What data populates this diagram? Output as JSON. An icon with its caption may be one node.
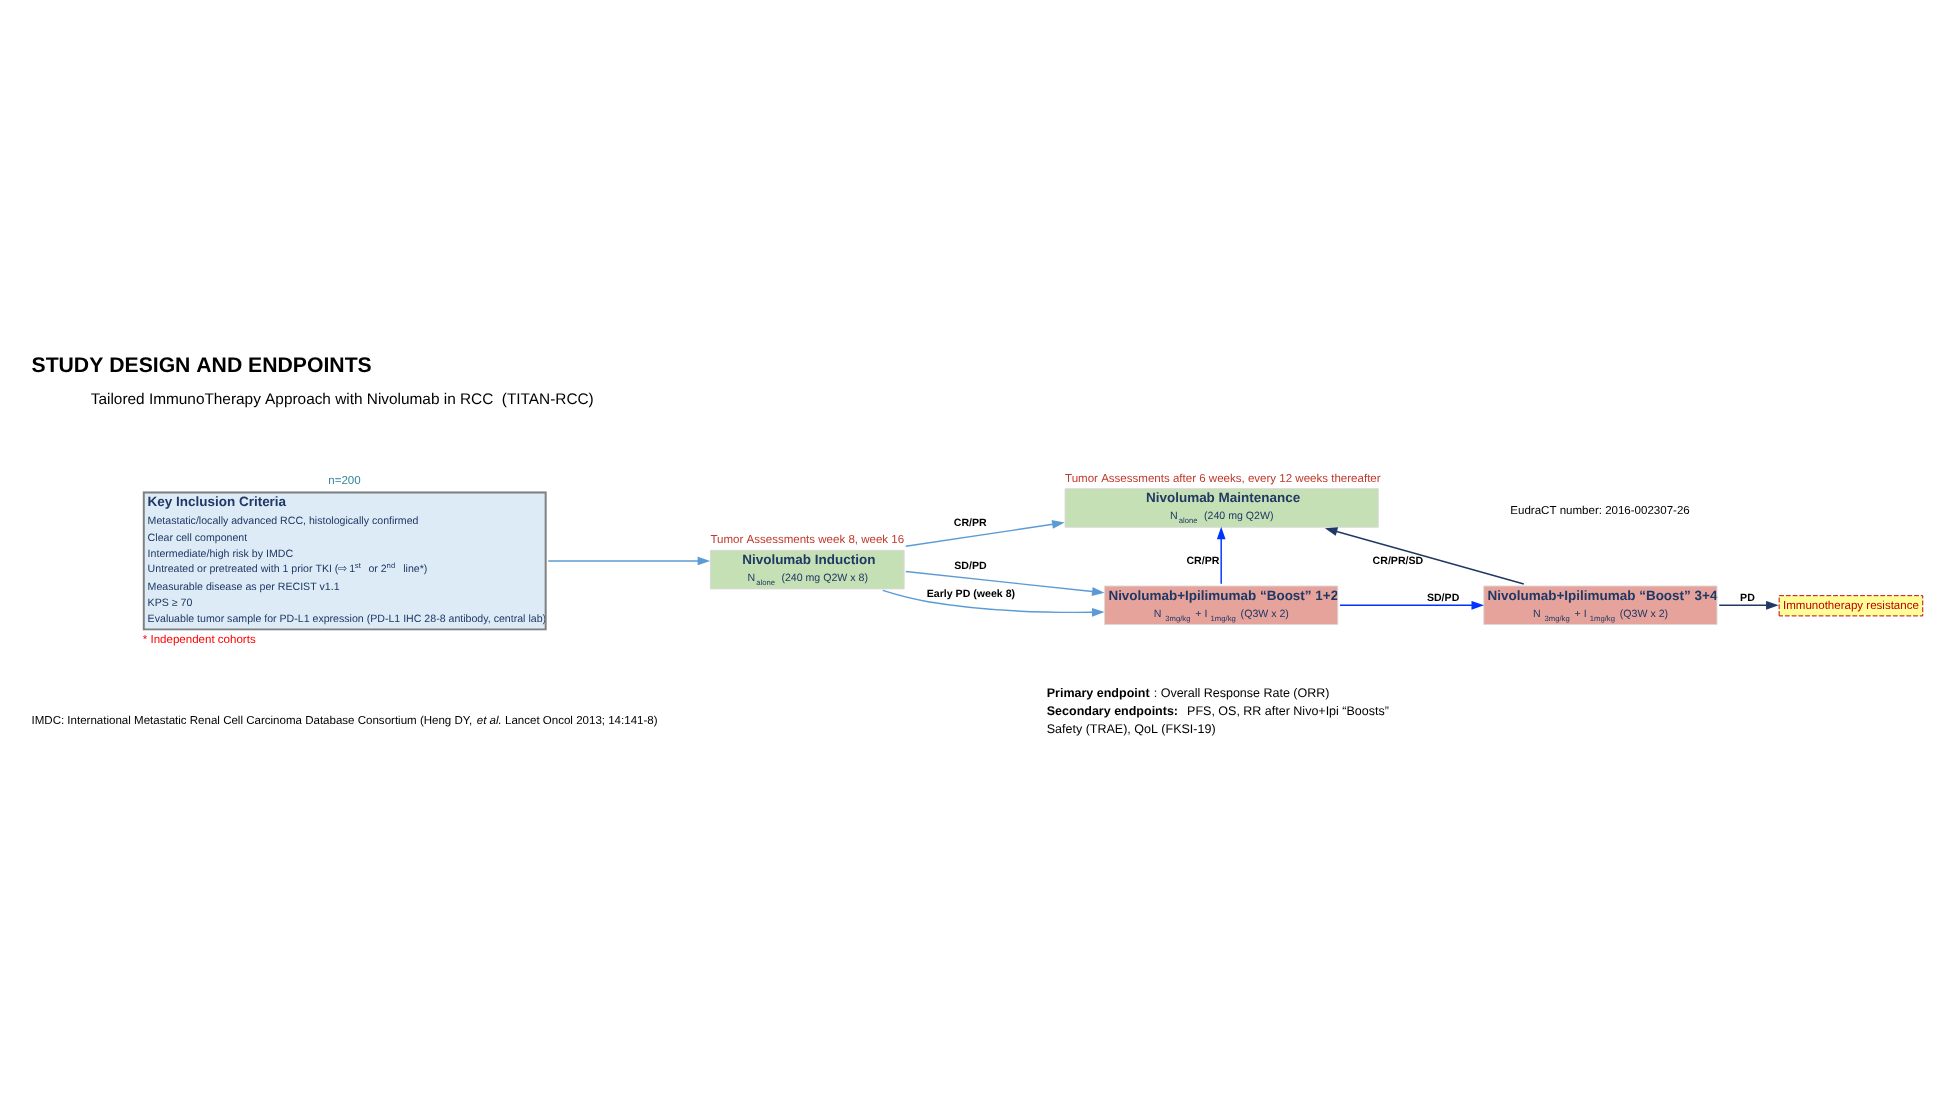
{
  "diagram": {
    "title": "STUDY DESIGN AND ENDPOINTS",
    "nodes": [
      {
        "text": [
          "Key Inclusion Criteria",
          "Metastatic/locally advanced RCC, histologically confirmed",
          "Clear cell component",
          "Intermediate/high risk by IMDC",
          "Untreated or pretreated with 1 prior TKI (⇨ 1$^{st}$ or 2$^{nd}$ line*)",
          "Measurable disease as per RECIST v1.1",
          "KPS ≥ 70",
          "Evaluable tumor sample for PD-L1 expression (PD-L1 IHC 28-8 antibody, central lab)"
        ],
        "beside": [
          "n=200",
          "* Independent cohorts"
        ]
      },
      {
        "text": [
          "Nivolumab Induction",
          "N$_{alone}$ (240 mg Q2W x 8)"
        ],
        "beside": [
          "Tumor Assessments week 8, week 16"
        ]
      },
      {
        "text": [
          "Nivolumab Maintenance",
          "N$_{alone}$ (240 mg Q2W)"
        ],
        "beside": [
          "Tumor Assessments after 6 weeks, every 12 weeks thereafter"
        ]
      },
      {
        "text": [
          "Nivolumab+Ipilimumab “Boost” 1+2",
          "N $_{3mg/kg}$ + I $_{1mg/kg}$ (Q3W x 2)"
        ]
      },
      {
        "text": [
          "Nivolumab+Ipilimumab “Boost” 3+4",
          "N $_{3mg/kg}$ + I $_{1mg/kg}$ (Q3W x 2)"
        ]
      },
      {
        "text": [
          "Immunotherapy resistance"
        ]
      }
    ],
    "edges": [
      {
        "from": 0,
        "to": 1,
        "arrow": "to"
      },
      {
        "from": 1,
        "to": 2,
        "arrow": "to",
        "label": "CR/PR"
      },
      {
        "from": 1,
        "to": 3,
        "arrow": "to",
        "label": "SD/PD"
      },
      {
        "from": 1,
        "to": 3,
        "arrow": "to",
        "label": "Early PD (week 8)"
      },
      {
        "from": 3,
        "to": 2,
        "arrow": "to",
        "label": "CR/PR",
        "color": "#0033ff"
      },
      {
        "from": 3,
        "to": 4,
        "arrow": "to",
        "label": "SD/PD",
        "color": "#0033ff"
      },
      {
        "from": 4,
        "to": 2,
        "arrow": "to",
        "label": "CR/PR/SD",
        "color": "#1f3864"
      },
      {
        "from": 4,
        "to": 5,
        "arrow": "to",
        "label": "PD",
        "color": "#1f3864"
      }
    ],
    "labels": [
      "Tailored ImmunoTherapy Approach with Nivolumab in RCC  (TITAN-RCC)",
      "EudraCT number: 2016-002307-26",
      "**Primary endpoint**: Overall Response Rate (ORR)",
      "**Secondary endpoints:** PFS, OS, RR after Nivo+Ipi “Boosts”",
      "Safety (TRAE), QoL (FKSI-19)",
      "IMDC: International Metastatic Renal Cell Carcinoma Database Consortium (Heng DY, *et al.* Lancet Oncol 2013; 14:141-8)"
    ]
  }
}
